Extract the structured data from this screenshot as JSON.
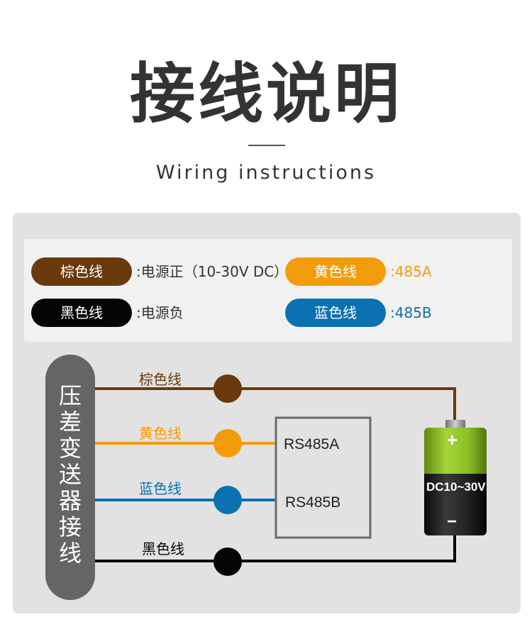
{
  "header": {
    "title": "接线说明",
    "subtitle": "Wiring instructions"
  },
  "legend": {
    "items": [
      {
        "label": "棕色线",
        "desc": ":电源正（10-30V DC）",
        "color": "#6b3a0c",
        "desc_color": "#333333"
      },
      {
        "label": "黄色线",
        "desc": ":485A",
        "color": "#f29c0c",
        "desc_color": "#f29c0c"
      },
      {
        "label": "黑色线",
        "desc": ":电源负",
        "color": "#050505",
        "desc_color": "#333333"
      },
      {
        "label": "蓝色线",
        "desc": ":485B",
        "color": "#0c71b0",
        "desc_color": "#0c71b0"
      }
    ]
  },
  "diagram": {
    "device_label_chars": [
      "压",
      "差",
      "变",
      "送",
      "器",
      "接",
      "线"
    ],
    "wires": [
      {
        "label": "棕色线",
        "color": "#6b3a0c"
      },
      {
        "label": "黄色线",
        "color": "#f29c0c"
      },
      {
        "label": "蓝色线",
        "color": "#0c71b0"
      },
      {
        "label": "黑色线",
        "color": "#050505"
      }
    ],
    "module": {
      "a_label": "RS485A",
      "b_label": "RS485B"
    },
    "battery": {
      "label": "DC10~30V",
      "plus": "+",
      "minus": "−"
    }
  }
}
